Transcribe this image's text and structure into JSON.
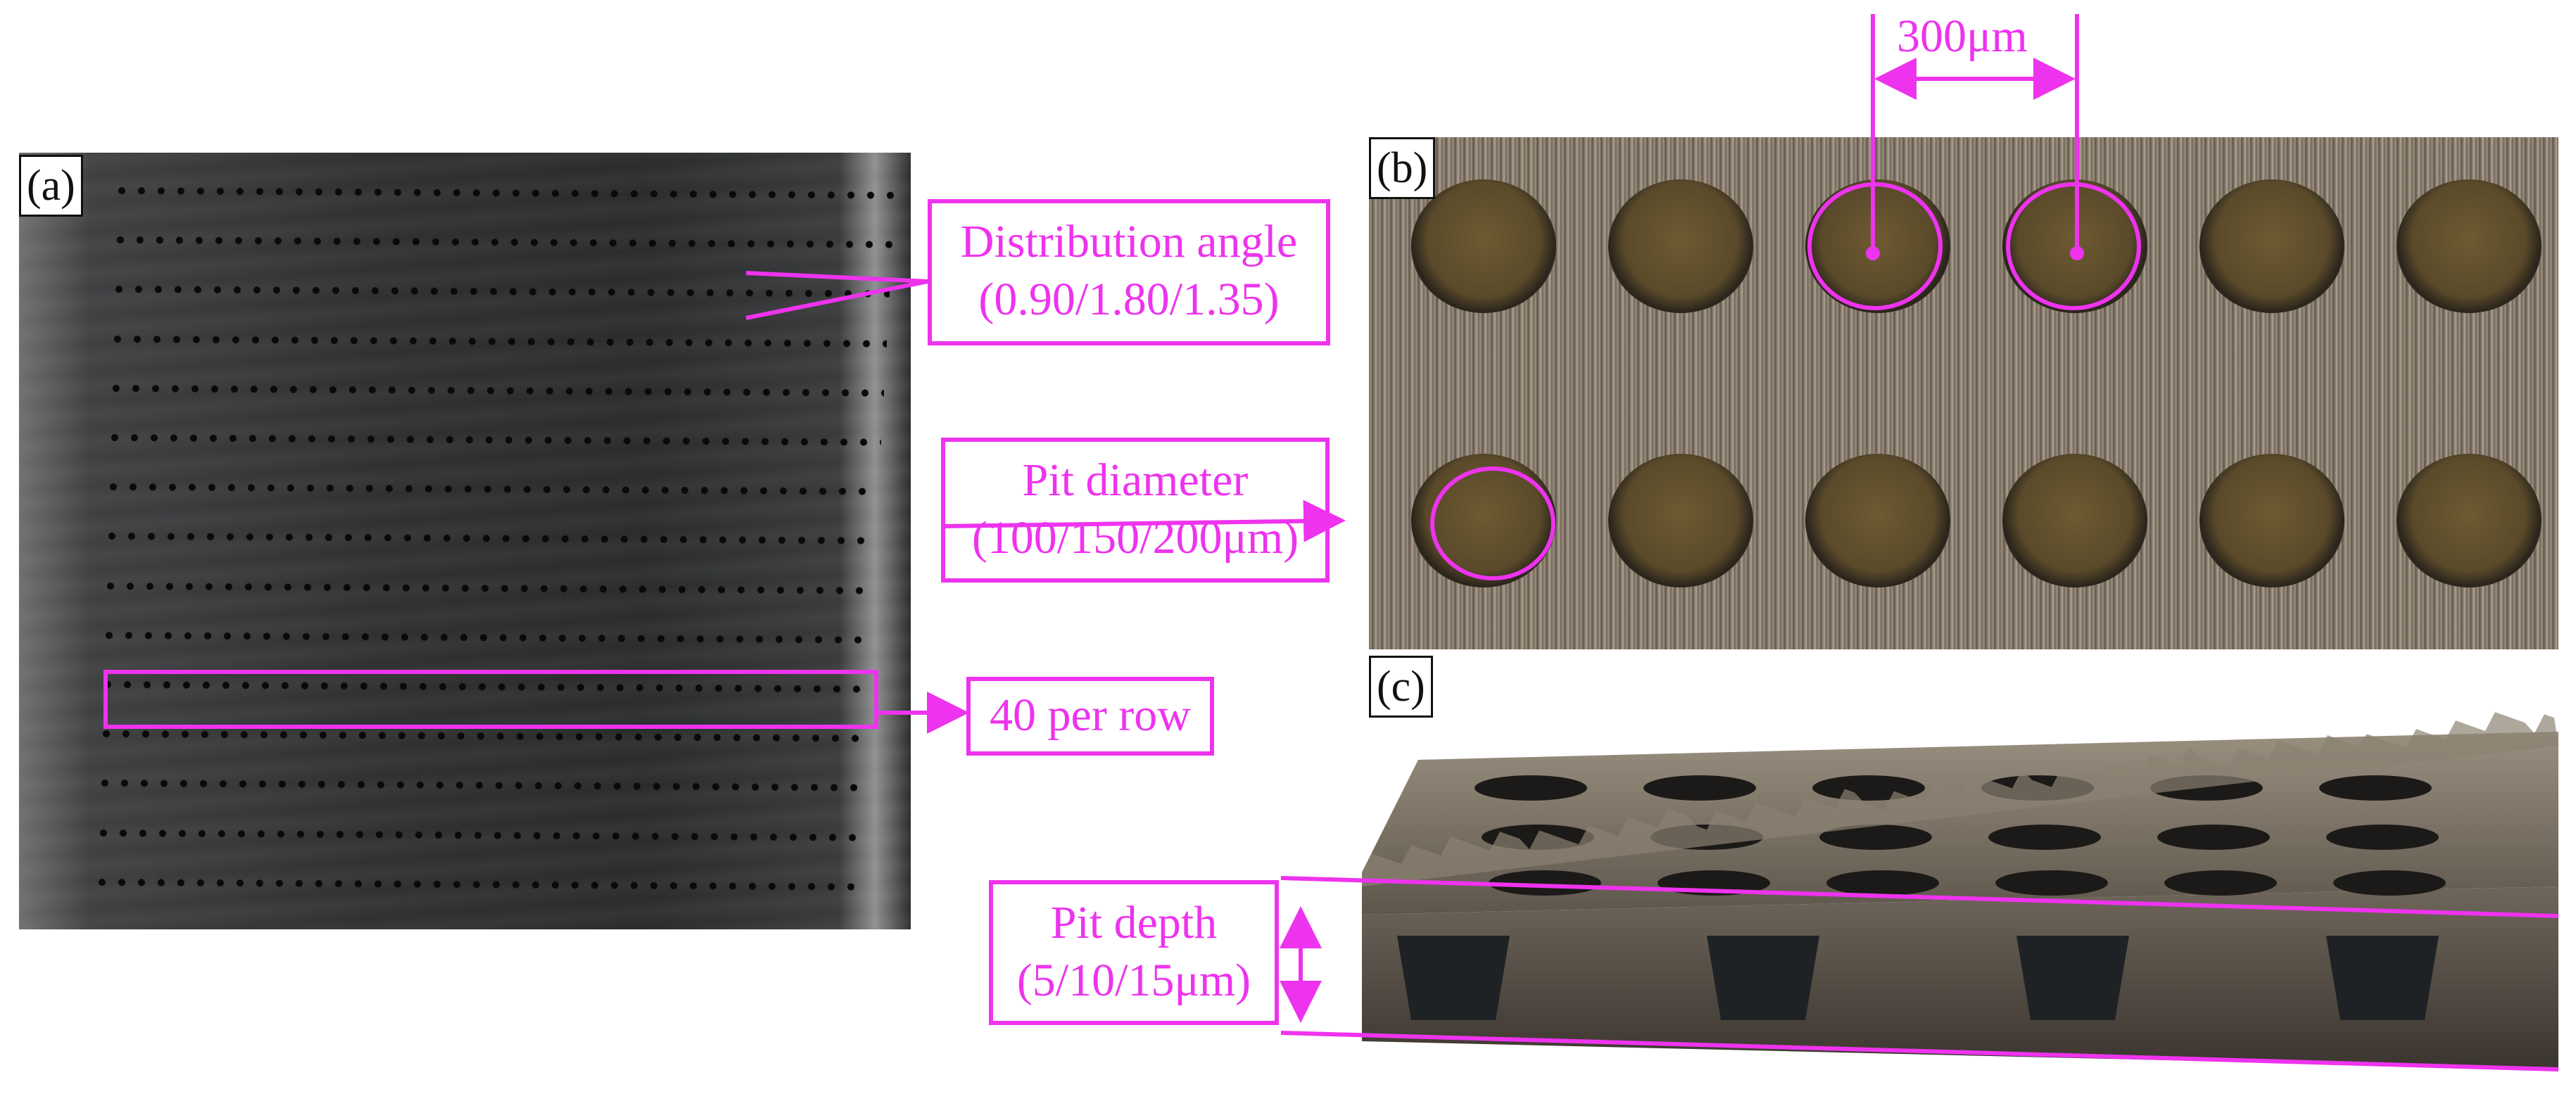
{
  "panels": {
    "a": "(a)",
    "b": "(b)",
    "c": "(c)"
  },
  "callouts": {
    "distribution_angle": {
      "line1": "Distribution angle",
      "line2": "(0.90/1.80/1.35)"
    },
    "pit_diameter": {
      "line1": "Pit diameter",
      "line2": "(100/150/200μm)"
    },
    "per_row": {
      "line1": "40 per row"
    },
    "pit_depth": {
      "line1": "Pit depth",
      "line2": "(5/10/15μm)"
    },
    "spacing": "300μm"
  },
  "colors": {
    "annotation": "#ee33ee",
    "label_border": "#111111"
  }
}
